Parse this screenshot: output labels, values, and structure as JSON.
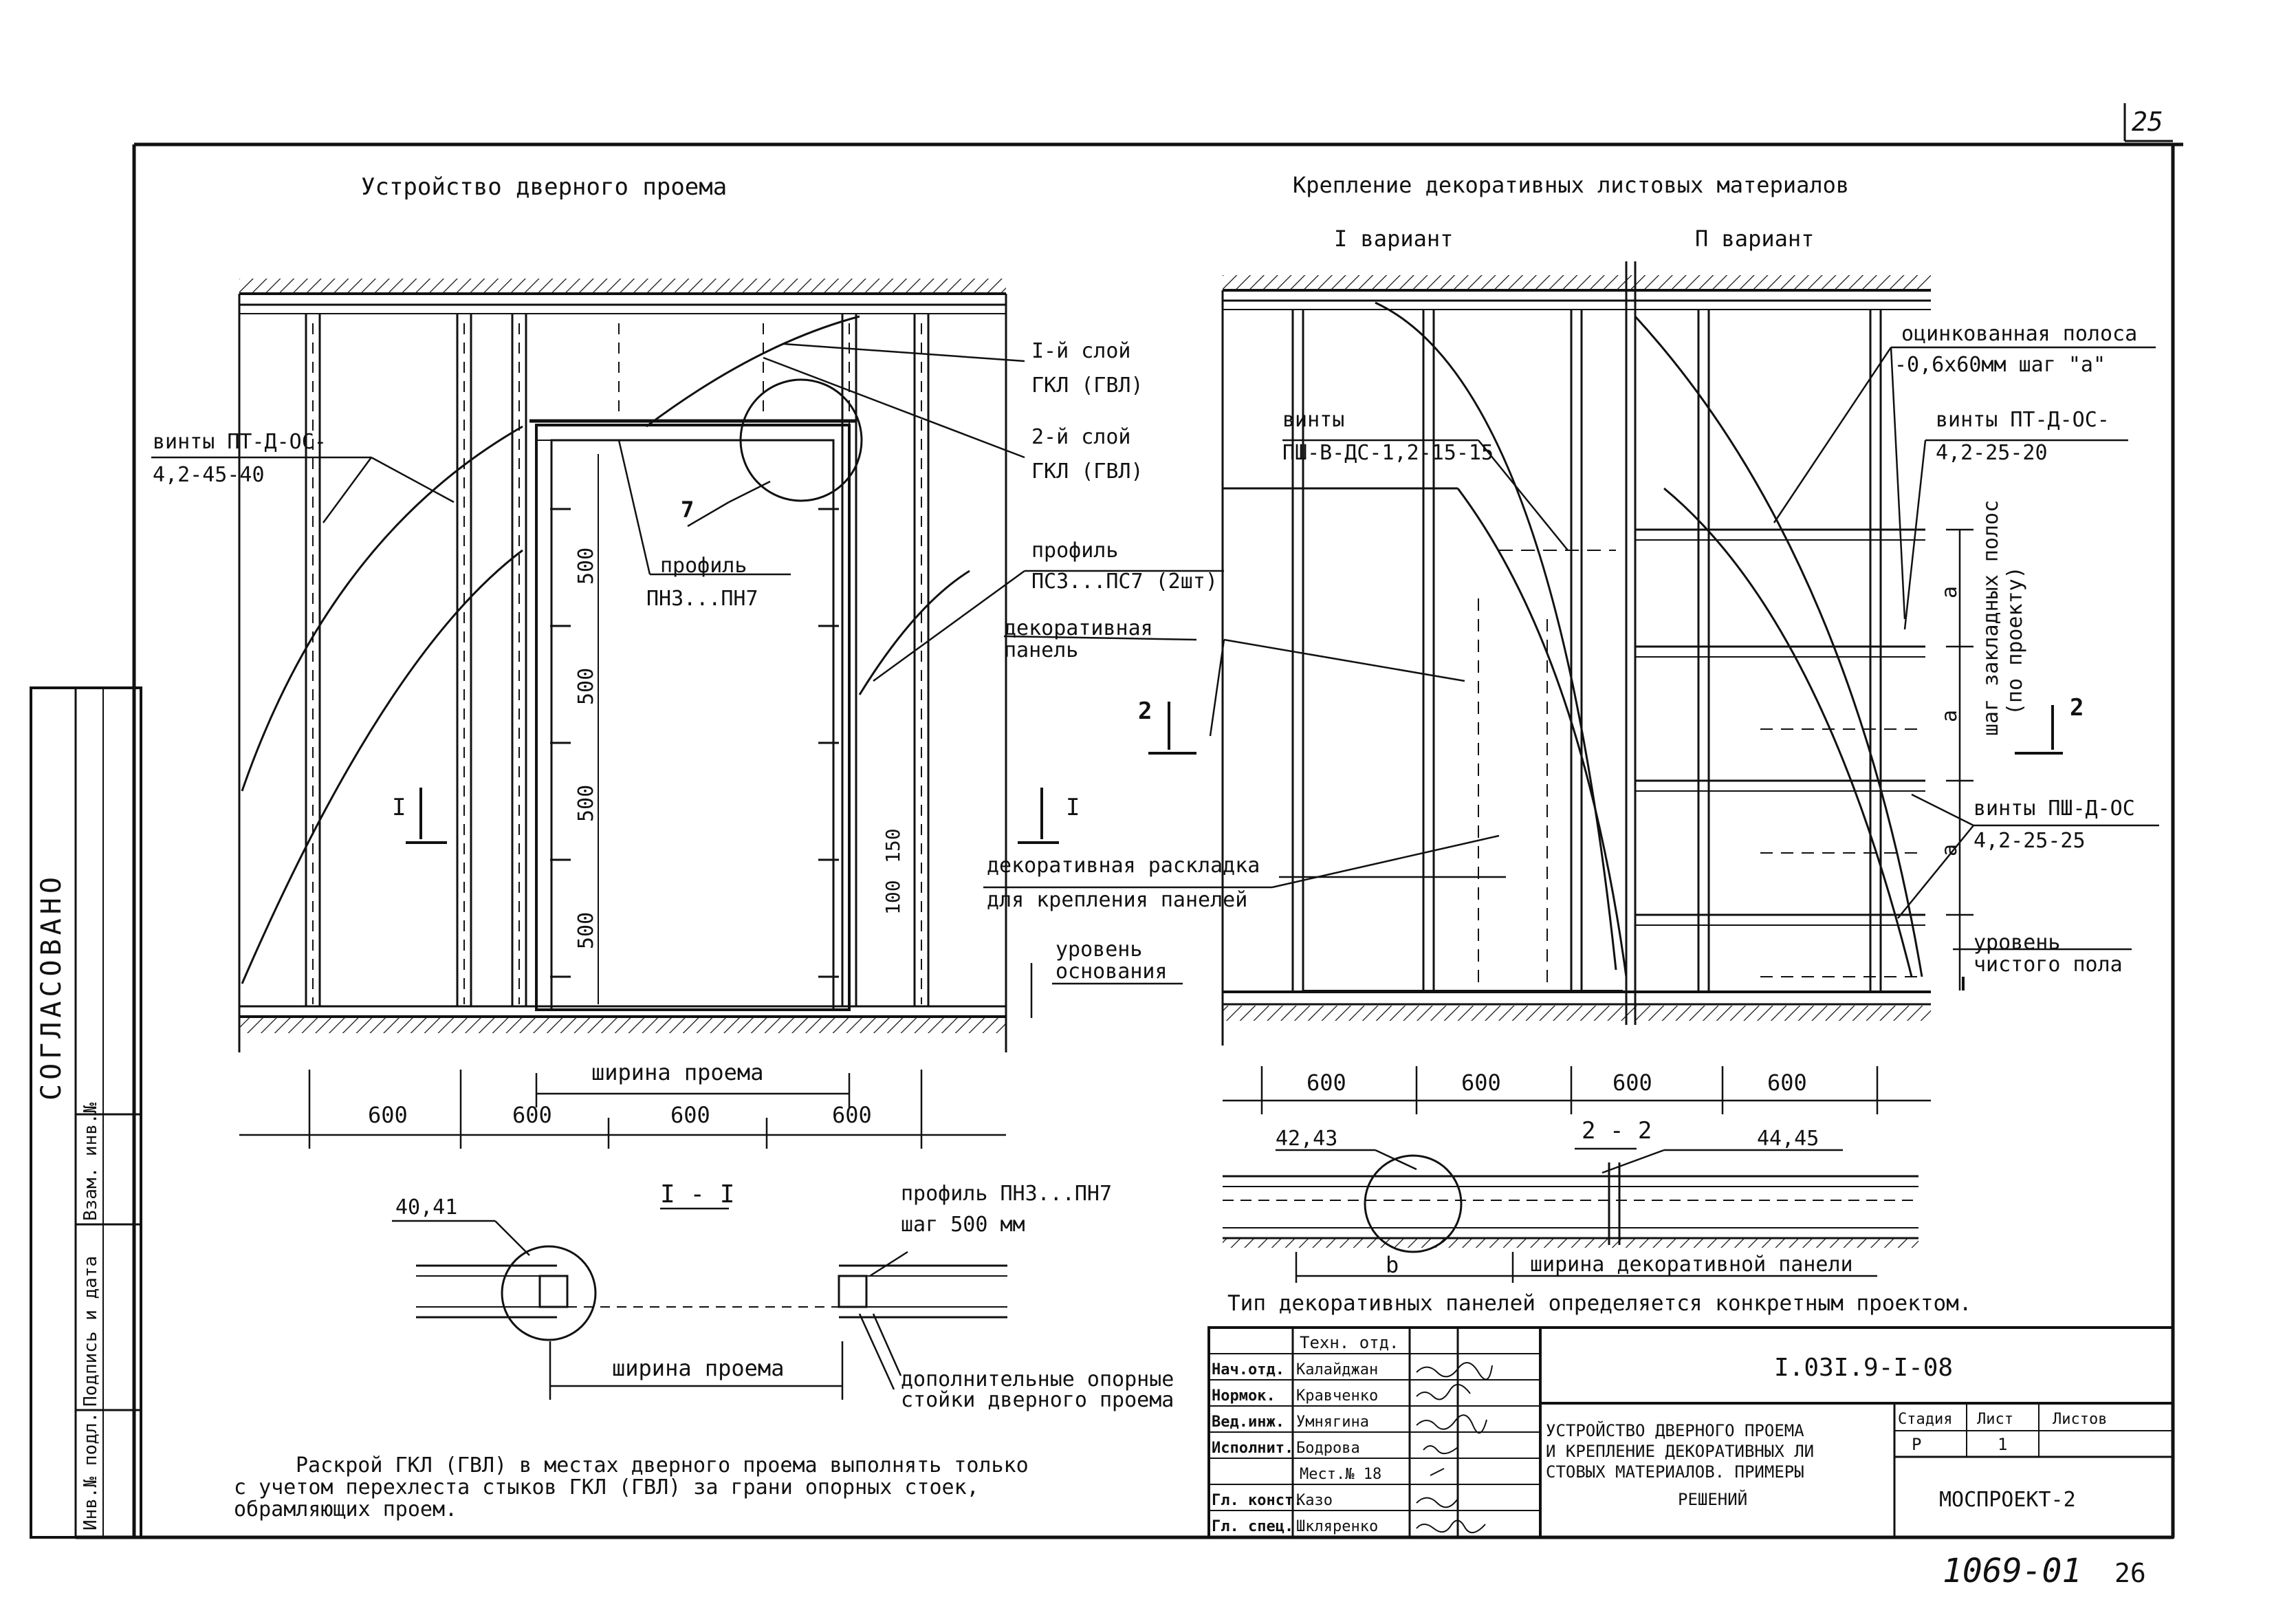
{
  "sheet": {
    "page_number": "25",
    "archive_number": "1069-01",
    "archive_suffix": "26",
    "approved_stamp": "СОГЛАСОВАНО",
    "left_strip": [
      "Инв.№ подл.",
      "Подпись и дата",
      "Взам. инв.№"
    ]
  },
  "left_panel": {
    "title": "Устройство дверного проема",
    "screws": [
      "винты ПТ-Д-ОС-",
      "4,2-45-40"
    ],
    "detail_ref": "7",
    "layer1": [
      "I-й слой",
      "ГКЛ (ГВЛ)"
    ],
    "layer2": [
      "2-й слой",
      "ГКЛ (ГВЛ)"
    ],
    "profile_pn": [
      "профиль",
      "ПН3...ПН7"
    ],
    "profile_ps": [
      "профиль",
      "ПС3...ПС7 (2шт)"
    ],
    "panel": [
      "декоративная",
      "панель"
    ],
    "batten": [
      "декоративная раскладка",
      "для крепления панелей"
    ],
    "base_level": [
      "уровень",
      "основания"
    ],
    "section_mark": "I",
    "spacing_500": "500",
    "dims_150": "150",
    "dims_100": "100",
    "opening_width": "ширина проема",
    "dims": [
      "600",
      "600",
      "600",
      "600"
    ]
  },
  "section_1_1": {
    "title": "I - I",
    "callout": "40,41",
    "profile": [
      "профиль ПН3...ПН7",
      "шаг 500 мм"
    ],
    "opening_width": "ширина проема",
    "posts": [
      "дополнительные опорные",
      "стойки дверного проема"
    ]
  },
  "note": [
    "Раскрой ГКЛ (ГВЛ) в местах дверного проема выполнять только",
    "с учетом перехлеста стыков ГКЛ (ГВЛ) за грани опорных стоек,",
    "обрамляющих проем."
  ],
  "right_panel": {
    "title": "Крепление декоративных листовых материалов",
    "variant1": "I вариант",
    "variant2": "П вариант",
    "strip": [
      "оцинкованная полоса",
      "-0,6х60мм шаг \"а\""
    ],
    "screws1": [
      "винты",
      "ПШ-В-ДС-1,2-15-15"
    ],
    "screws2": [
      "винты ПТ-Д-ОС-",
      "4,2-25-20"
    ],
    "embedded": [
      "шаг закладных полос",
      "(по проекту)"
    ],
    "step_a": "a",
    "screws3": [
      "винты ПШ-Д-ОС",
      "4,2-25-25"
    ],
    "floor_level": [
      "уровень",
      "чистого пола"
    ],
    "section_mark": "2",
    "dims": [
      "600",
      "600",
      "600",
      "600"
    ]
  },
  "section_2_2": {
    "title": "2 - 2",
    "callout_left": "42,43",
    "callout_right": "44,45",
    "b": "b",
    "panel_width": "ширина декоративной панели",
    "note": "Тип декоративных панелей определяется конкретным проектом."
  },
  "title_block": {
    "doc_number": "I.03I.9-I-08",
    "roles": [
      {
        "role": "Техн. отд.",
        "name": ""
      },
      {
        "role": "Нач.отд.",
        "name": "Калайджан"
      },
      {
        "role": "Нормок.",
        "name": "Кравченко"
      },
      {
        "role": "Вед.инж.",
        "name": "Умнягина"
      },
      {
        "role": "Исполнит.",
        "name": "Бодрова"
      },
      {
        "role": "",
        "name": "Мест.№ 18"
      },
      {
        "role": "Гл. конст.",
        "name": "Казо"
      },
      {
        "role": "Гл. спец.",
        "name": "Шкляренко"
      }
    ],
    "doc_title": [
      "УСТРОЙСТВО ДВЕРНОГО ПРОЕМА",
      "И КРЕПЛЕНИЕ ДЕКОРАТИВНЫХ ЛИ",
      "СТОВЫХ МАТЕРИАЛОВ. ПРИМЕРЫ",
      "РЕШЕНИЙ"
    ],
    "stage_label": "Стадия",
    "sheet_label": "Лист",
    "sheets_label": "Листов",
    "stage": "Р",
    "sheet": "1",
    "company": "МОСПРОЕКТ-2"
  }
}
